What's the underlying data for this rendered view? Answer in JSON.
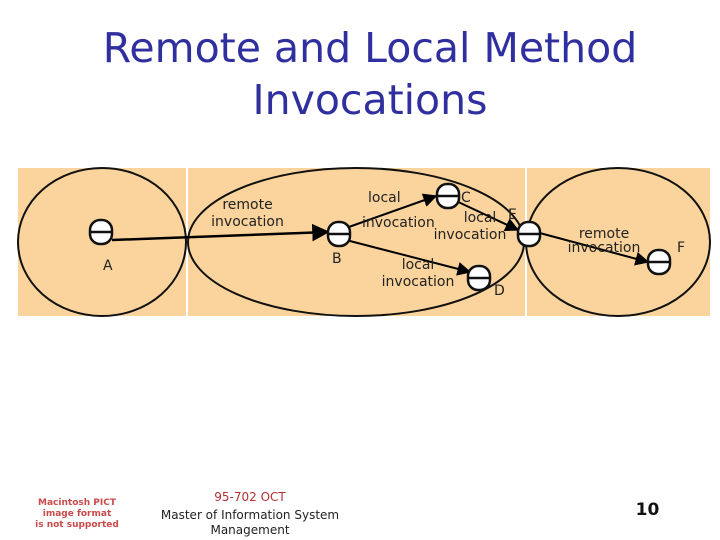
{
  "slide": {
    "title_line1": "Remote and Local Method",
    "title_line2": "Invocations"
  },
  "diagram": {
    "process_fill": "#fbd49d",
    "arrow_color": "#000000",
    "object_labels": {
      "A": "A",
      "B": "B",
      "C": "C",
      "D": "D",
      "E": "E",
      "F": "F"
    },
    "invocation_labels": [
      {
        "line1": "remote",
        "line2": "invocation"
      },
      {
        "line1": "local",
        "line2": "invocation"
      },
      {
        "line1": "local",
        "line2": "invocation"
      },
      {
        "line1": "local",
        "line2": "invocation"
      },
      {
        "line1": "remote",
        "line2": "invocation"
      }
    ]
  },
  "footer": {
    "pict_notice": [
      "Macintosh PICT",
      "image format",
      "is not supported"
    ],
    "course_code": "95-702 OCT",
    "course_line2": "Master of Information System",
    "course_line3": "Management",
    "page_number": "10"
  }
}
